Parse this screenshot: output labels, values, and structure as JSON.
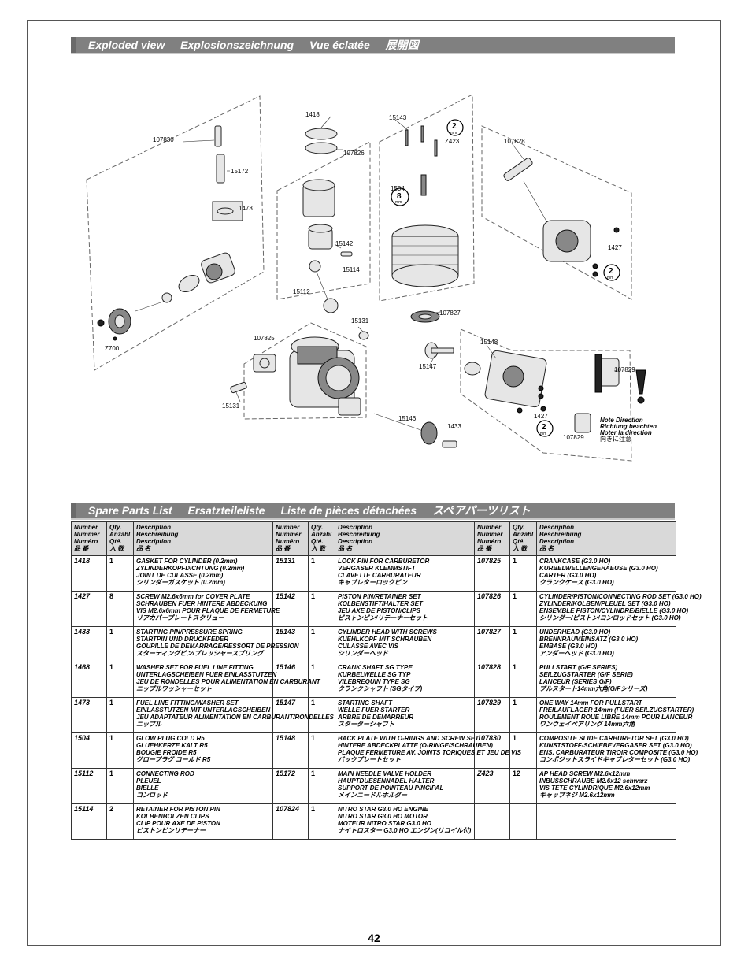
{
  "exploded_title": [
    "Exploded view",
    "Explosionszeichnung",
    "Vue éclatée",
    "展開図"
  ],
  "spare_title": [
    "Spare Parts List",
    "Ersatzteileliste",
    "Liste de pièces détachées",
    "スペアパーツリスト"
  ],
  "diagram_labels": {
    "l107830": "107830",
    "l15172": "15172",
    "l1473": "1473",
    "lZ700": "Z700",
    "l1418": "1418",
    "l107826": "107826",
    "l15142": "15142",
    "l15114": "15114",
    "l15112": "15112",
    "l15143": "15143",
    "lZ423": "Z423",
    "l1504": "1504",
    "l107827": "107827",
    "l107828": "107828",
    "l1427a": "1427",
    "l15131a": "15131",
    "l107825": "107825",
    "l15131b": "15131",
    "l15147": "15147",
    "l15148": "15148",
    "l15146": "15146",
    "l1433": "1433",
    "l1427b": "1427",
    "l107829a": "107829",
    "l107829b": "107829",
    "badge_2a": "2",
    "badge_2b": "2",
    "badge_2c": "2",
    "badge_8": "8",
    "badge_mm": "mm",
    "note1": "Note Direction",
    "note2": "Richtung beachten",
    "note3": "Noter la direction",
    "note4": "向きに注意"
  },
  "headers": {
    "number": [
      "Number",
      "Nummer",
      "Numéro",
      "品 番"
    ],
    "qty": [
      "Qty.",
      "Anzahl",
      "Qté.",
      "入 数"
    ],
    "description": [
      "Description",
      "Beschreibung",
      "Description",
      "品 名"
    ]
  },
  "rows": [
    [
      {
        "num": "1418",
        "qty": "1",
        "desc": [
          "GASKET FOR CYLINDER (0.2mm)",
          "ZYLINDERKOPFDICHTUNG (0.2mm)",
          "JOINT DE CULASSE (0.2mm)",
          "シリンダーガスケット (0.2mm)"
        ]
      },
      {
        "num": "15131",
        "qty": "1",
        "desc": [
          "LOCK PIN FOR CARBURETOR",
          "VERGASER KLEMMSTIFT",
          "CLAVETTE CARBURATEUR",
          "キャブレターロックピン"
        ]
      },
      {
        "num": "107825",
        "qty": "1",
        "desc": [
          "CRANKCASE (G3.0 HO)",
          "KURBELWELLENGEHAEUSE (G3.0 HO)",
          "CARTER (G3.0 HO)",
          "クランクケース (G3.0 HO)"
        ]
      }
    ],
    [
      {
        "num": "1427",
        "qty": "8",
        "desc": [
          "SCREW M2.6x6mm for COVER PLATE",
          "SCHRAUBEN FUER HINTERE ABDECKUNG",
          "VIS M2.6x6mm POUR PLAQUE DE FERMETURE",
          "リアカバープレートスクリュー"
        ]
      },
      {
        "num": "15142",
        "qty": "1",
        "desc": [
          "PISTON PIN/RETAINER SET",
          "KOLBENSTIFT/HALTER SET",
          "JEU AXE DE PISTON/CLIPS",
          "ピストンピン/リテーナーセット"
        ]
      },
      {
        "num": "107826",
        "qty": "1",
        "desc": [
          "CYLINDER/PISTON/CONNECTING ROD SET (G3.0 HO)",
          "ZYLINDER/KOLBEN/PLEUEL SET (G3.0 HO)",
          "ENSEMBLE PISTON/CYLINDRE/BIELLE (G3.0 HO)",
          "シリンダー/ピストン/コンロッドセット (G3.0 HO)"
        ]
      }
    ],
    [
      {
        "num": "1433",
        "qty": "1",
        "desc": [
          "STARTING PIN/PRESSURE SPRING",
          "STARTPIN UND DRUCKFEDER",
          "GOUPILLE DE DEMARRAGE/RESSORT DE PRESSION",
          "スターティングピン/プレッシャースプリング"
        ]
      },
      {
        "num": "15143",
        "qty": "1",
        "desc": [
          "CYLINDER HEAD WITH SCREWS",
          "KUEHLKOPF MIT SCHRAUBEN",
          "CULASSE AVEC VIS",
          "シリンダーヘッド"
        ]
      },
      {
        "num": "107827",
        "qty": "1",
        "desc": [
          "UNDERHEAD (G3.0 HO)",
          "BRENNRAUMEINSATZ (G3.0 HO)",
          "EMBASE (G3.0 HO)",
          "アンダーヘッド (G3.0 HO)"
        ]
      }
    ],
    [
      {
        "num": "1468",
        "qty": "1",
        "desc": [
          "WASHER SET FOR FUEL LINE FITTING",
          "UNTERLAGSCHEIBEN FUER EINLASSTUTZEN",
          "JEU DE RONDELLES POUR ALIMENTATION EN CARBURANT",
          "ニップルワッシャーセット"
        ]
      },
      {
        "num": "15146",
        "qty": "1",
        "desc": [
          "CRANK SHAFT SG TYPE",
          "KURBELWELLE SG TYP",
          "VILEBREQUIN TYPE SG",
          "クランクシャフト (SGタイプ)"
        ]
      },
      {
        "num": "107828",
        "qty": "1",
        "desc": [
          "PULLSTART (G/F SERIES)",
          "SEILZUGSTARTER (G/F SERIE)",
          "LANCEUR (SERIES G/F)",
          "プルスタート14mm六角(G/Fシリーズ)"
        ]
      }
    ],
    [
      {
        "num": "1473",
        "qty": "1",
        "desc": [
          "FUEL LINE FITTING/WASHER SET",
          "EINLASSTUTZEN MIT UNTERLAGSCHEIBEN",
          "JEU ADAPTATEUR ALIMENTATION EN CARBURANT/RONDELLES",
          "ニップル"
        ]
      },
      {
        "num": "15147",
        "qty": "1",
        "desc": [
          "STARTING SHAFT",
          "WELLE FUER STARTER",
          "ARBRE DE DEMARREUR",
          "スターターシャフト"
        ]
      },
      {
        "num": "107829",
        "qty": "1",
        "desc": [
          "ONE WAY 14mm FOR PULLSTART",
          "FREILAUFLAGER 14mm (FUER SEILZUGSTARTER)",
          "ROULEMENT ROUE LIBRE 14mm POUR LANCEUR",
          "ワンウェイベアリング 14mm六角"
        ]
      }
    ],
    [
      {
        "num": "1504",
        "qty": "1",
        "desc": [
          "GLOW PLUG COLD R5",
          "GLUEHKERZE KALT R5",
          "BOUGIE FROIDE R5",
          "グロープラグ コールド R5"
        ]
      },
      {
        "num": "15148",
        "qty": "1",
        "desc": [
          "BACK PLATE WITH O-RINGS AND SCREW SET",
          "HINTERE ABDECKPLATTE (O-RINGE/SCHRAUBEN)",
          "PLAQUE FERMETURE AV. JOINTS TORIQUES ET JEU DE VIS",
          "バックプレートセット"
        ]
      },
      {
        "num": "107830",
        "qty": "1",
        "desc": [
          "COMPOSITE SLIDE CARBURETOR SET (G3.0 HO)",
          "KUNSTSTOFF-SCHIEBEVERGASER SET (G3.0 HO)",
          "ENS. CARBURATEUR TIROIR COMPOSITE (G3.0 HO)",
          "コンポジットスライドキャブレターセット (G3.0 HO)"
        ]
      }
    ],
    [
      {
        "num": "15112",
        "qty": "1",
        "desc": [
          "CONNECTING ROD",
          "PLEUEL",
          "BIELLE",
          "コンロッド"
        ]
      },
      {
        "num": "15172",
        "qty": "1",
        "desc": [
          "MAIN NEEDLE VALVE HOLDER",
          "HAUPTDUESENNADEL HALTER",
          "SUPPORT DE POINTEAU PINCIPAL",
          "メインニードルホルダー"
        ]
      },
      {
        "num": "Z423",
        "qty": "12",
        "desc": [
          "AP HEAD SCREW M2.6x12mm",
          "INBUSSCHRAUBE M2.6x12 schwarz",
          "VIS TETE CYLINDRIQUE M2.6x12mm",
          "キャップネジ M2.6x12mm"
        ]
      }
    ],
    [
      {
        "num": "15114",
        "qty": "2",
        "desc": [
          "RETAINER FOR PISTON PIN",
          "KOLBENBOLZEN CLIPS",
          "CLIP POUR AXE DE PISTON",
          "ピストンピンリテーナー"
        ]
      },
      {
        "num": "107824",
        "qty": "1",
        "desc": [
          "NITRO STAR G3.0 HO ENGINE",
          "NITRO STAR G3.0 HO MOTOR",
          "MOTEUR NITRO STAR G3.0 HO",
          "ナイトロスター G3.0 HO エンジン(リコイル付)"
        ]
      },
      {
        "num": "",
        "qty": "",
        "desc": [
          "",
          "",
          "",
          ""
        ]
      }
    ]
  ],
  "page_number": "42"
}
